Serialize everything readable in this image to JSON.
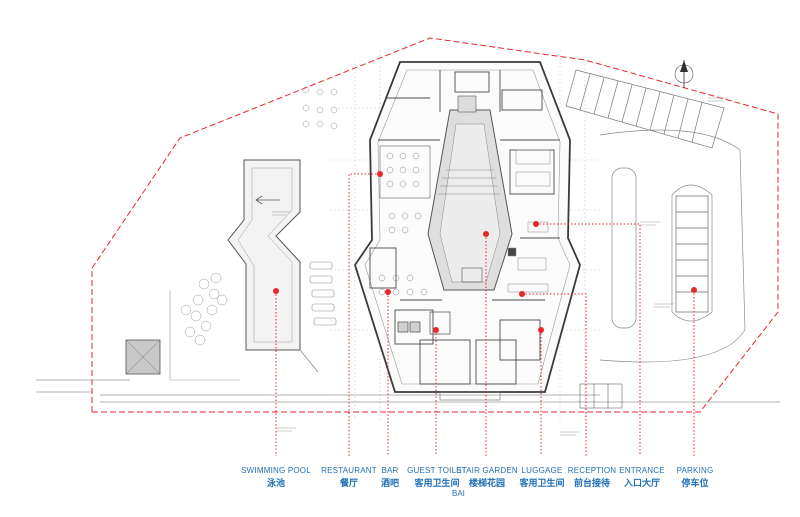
{
  "labels": [
    {
      "en": "SWIMMING POOL",
      "zh": "泳池"
    },
    {
      "en": "RESTAURANT",
      "zh": "餐厅"
    },
    {
      "en": "BAR",
      "zh": "酒吧"
    },
    {
      "en": "GUEST TOILET",
      "zh": "客用卫生间"
    },
    {
      "en": "STAIR GARDEN",
      "zh": "楼梯花园",
      "extra": "BAI"
    },
    {
      "en": "LUGGAGE",
      "zh": "客用卫生间"
    },
    {
      "en": "RECEPTION",
      "zh": "前台接待"
    },
    {
      "en": "ENTRANCE",
      "zh": "入口大厅"
    },
    {
      "en": "PARKING",
      "zh": "停车位"
    }
  ],
  "colors": {
    "label": "#1f6fb5",
    "marker": "#e8262b",
    "boundary": "#e8262b",
    "linework": "#6d6d6d"
  }
}
